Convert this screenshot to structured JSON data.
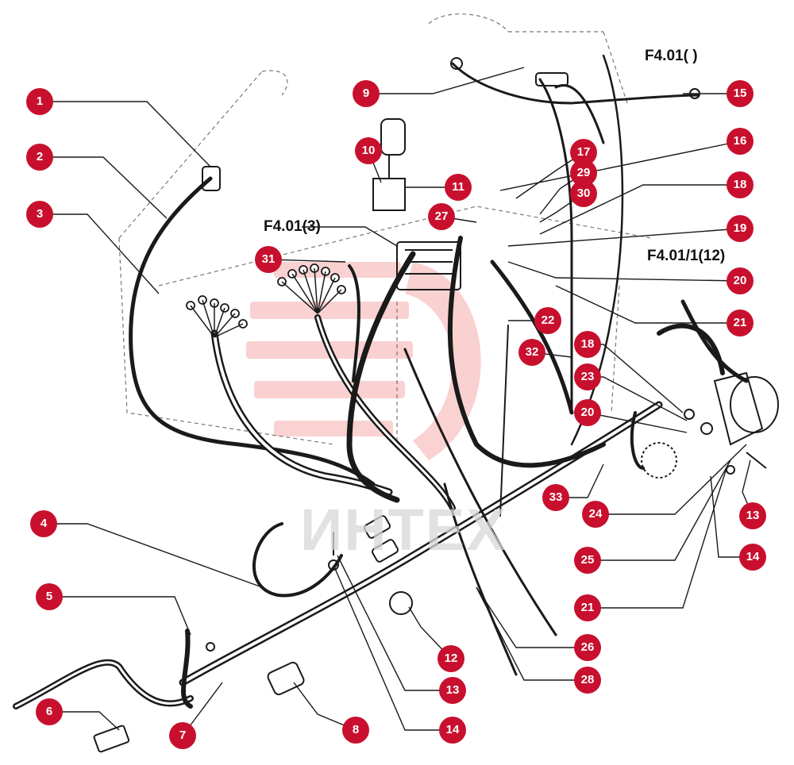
{
  "colors": {
    "callout_fill": "#c8102e",
    "callout_text": "#ffffff",
    "line_art": "#1a1a1a",
    "watermark_red": "#e8322f",
    "watermark_text": "#d8d8d8"
  },
  "code_labels": {
    "top_right": "F4.01(  )",
    "upper_middle": "F4.01(3)",
    "right_middle": "F4.01/1(12)"
  },
  "watermark_text": "ИНТЕХ",
  "callouts": {
    "c1": "1",
    "c2": "2",
    "c3": "3",
    "c4": "4",
    "c5": "5",
    "c6": "6",
    "c7": "7",
    "c8": "8",
    "c9": "9",
    "c10": "10",
    "c11": "11",
    "c12": "12",
    "c13a": "13",
    "c13b": "13",
    "c14a": "14",
    "c14b": "14",
    "c15": "15",
    "c16": "16",
    "c17": "17",
    "c18a": "18",
    "c18b": "18",
    "c19": "19",
    "c20a": "20",
    "c20b": "20",
    "c21a": "21",
    "c21b": "21",
    "c22": "22",
    "c23": "23",
    "c24": "24",
    "c25": "25",
    "c26": "26",
    "c27": "27",
    "c28": "28",
    "c29": "29",
    "c30": "30",
    "c31": "31",
    "c32": "32",
    "c33": "33"
  }
}
